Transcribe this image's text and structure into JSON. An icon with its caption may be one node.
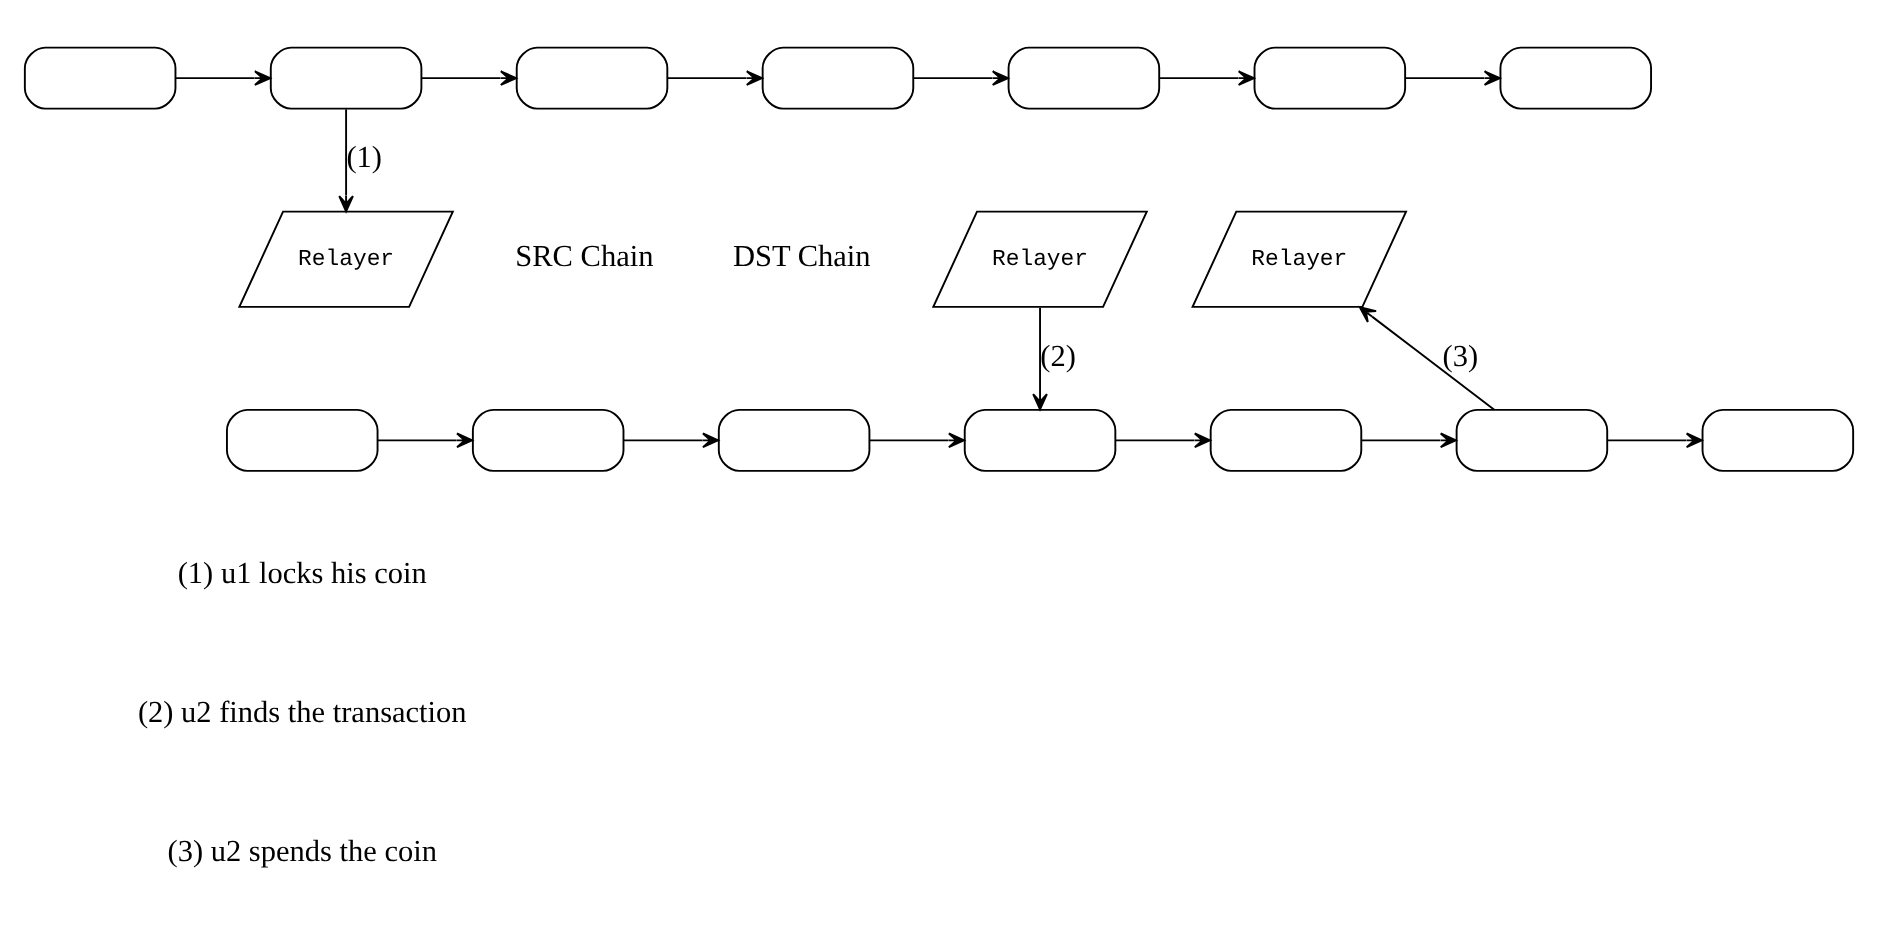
{
  "diagram": {
    "nodes": [
      {
        "text": [],
        "shape": "box"
      },
      {
        "text": [],
        "shape": "box"
      },
      {
        "text": [],
        "shape": "box"
      },
      {
        "text": [],
        "shape": "box"
      },
      {
        "text": [],
        "shape": "box"
      },
      {
        "text": [],
        "shape": "box"
      },
      {
        "text": [],
        "shape": "box"
      },
      {
        "text": [
          "Relayer"
        ]
      },
      {
        "text": [
          "Relayer"
        ]
      },
      {
        "text": [
          "Relayer"
        ]
      },
      {
        "text": [],
        "shape": "box"
      },
      {
        "text": [],
        "shape": "box"
      },
      {
        "text": [],
        "shape": "box"
      },
      {
        "text": [],
        "shape": "box"
      },
      {
        "text": [],
        "shape": "box"
      },
      {
        "text": [],
        "shape": "box"
      },
      {
        "text": [],
        "shape": "box"
      }
    ],
    "edges": [
      {
        "from": 0,
        "to": 1,
        "arrow": "to"
      },
      {
        "from": 1,
        "to": 2,
        "arrow": "to"
      },
      {
        "from": 2,
        "to": 3,
        "arrow": "to"
      },
      {
        "from": 3,
        "to": 4,
        "arrow": "to"
      },
      {
        "from": 4,
        "to": 5,
        "arrow": "to"
      },
      {
        "from": 5,
        "to": 6,
        "arrow": "to"
      },
      {
        "from": 1,
        "to": 7,
        "arrow": "to",
        "label": "(1)"
      },
      {
        "from": 8,
        "to": 13,
        "arrow": "to",
        "label": "(2)"
      },
      {
        "from": 15,
        "to": 9,
        "arrow": "to",
        "label": "(3)"
      },
      {
        "from": 10,
        "to": 11,
        "arrow": "to"
      },
      {
        "from": 11,
        "to": 12,
        "arrow": "to"
      },
      {
        "from": 12,
        "to": 13,
        "arrow": "to"
      },
      {
        "from": 13,
        "to": 14,
        "arrow": "to"
      },
      {
        "from": 14,
        "to": 15,
        "arrow": "to"
      },
      {
        "from": 15,
        "to": 16,
        "arrow": "to"
      }
    ],
    "labels": [
      "SRC Chain",
      "DST Chain",
      "(1) u1 locks his coin",
      "(2) u2 finds the transaction",
      "(3) u2 spends the coin"
    ]
  }
}
